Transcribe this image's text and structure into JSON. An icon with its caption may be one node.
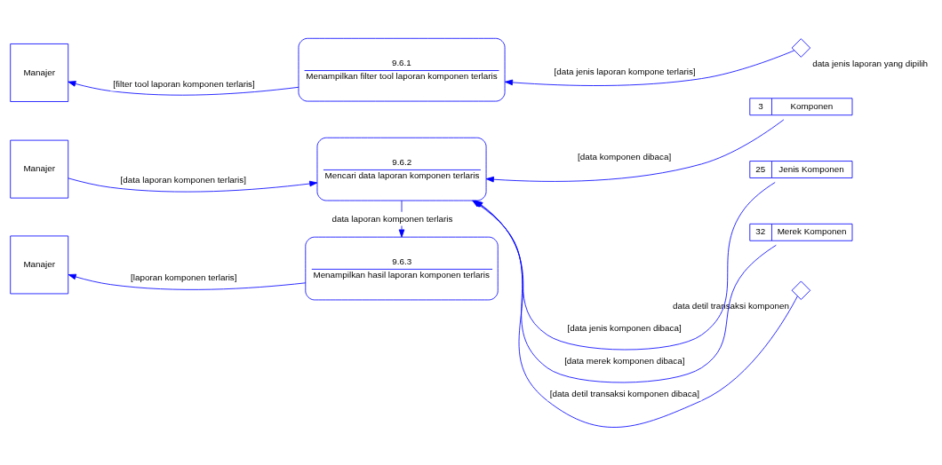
{
  "diagram": {
    "nodes": [
      {
        "text": [
          "Manajer"
        ]
      },
      {
        "text": [
          "9.6.1",
          "Menampilkan filter tool laporan komponen terlaris"
        ]
      },
      {
        "text": [],
        "shape": "diamond",
        "beside": [
          "data jenis laporan yang dipilih"
        ]
      },
      {
        "text": [
          "Manajer"
        ]
      },
      {
        "text": [
          "9.6.2",
          "Mencari data laporan komponen terlaris"
        ]
      },
      {
        "text": [
          "3",
          "Komponen"
        ]
      },
      {
        "text": [
          "25",
          "Jenis Komponen"
        ]
      },
      {
        "text": [
          "32",
          "Merek Komponen"
        ]
      },
      {
        "text": [],
        "shape": "diamond",
        "beside": [
          "data detil transaksi komponen"
        ]
      },
      {
        "text": [
          "Manajer"
        ]
      },
      {
        "text": [
          "9.6.3",
          "Menampilkan hasil laporan komponen terlaris"
        ]
      }
    ],
    "edges": [
      {
        "from": 1,
        "to": 0,
        "arrow": "to",
        "label": "[filter tool laporan komponen terlaris]"
      },
      {
        "from": 2,
        "to": 1,
        "arrow": "to",
        "label": "[data jenis laporan kompone terlaris]"
      },
      {
        "from": 3,
        "to": 4,
        "arrow": "to",
        "label": "[data laporan komponen terlaris]"
      },
      {
        "from": 5,
        "to": 4,
        "arrow": "to",
        "label": "[data komponen dibaca]"
      },
      {
        "from": 6,
        "to": 4,
        "arrow": "to",
        "label": "[data jenis komponen dibaca]"
      },
      {
        "from": 7,
        "to": 4,
        "arrow": "to",
        "label": "[data merek komponen dibaca]"
      },
      {
        "from": 8,
        "to": 4,
        "arrow": "to",
        "label": "[data detil transaksi komponen dibaca]"
      },
      {
        "from": 4,
        "to": 10,
        "arrow": "to",
        "label": "data laporan komponen terlaris"
      },
      {
        "from": 10,
        "to": 9,
        "arrow": "to",
        "label": "[laporan komponen terlaris]"
      }
    ]
  }
}
